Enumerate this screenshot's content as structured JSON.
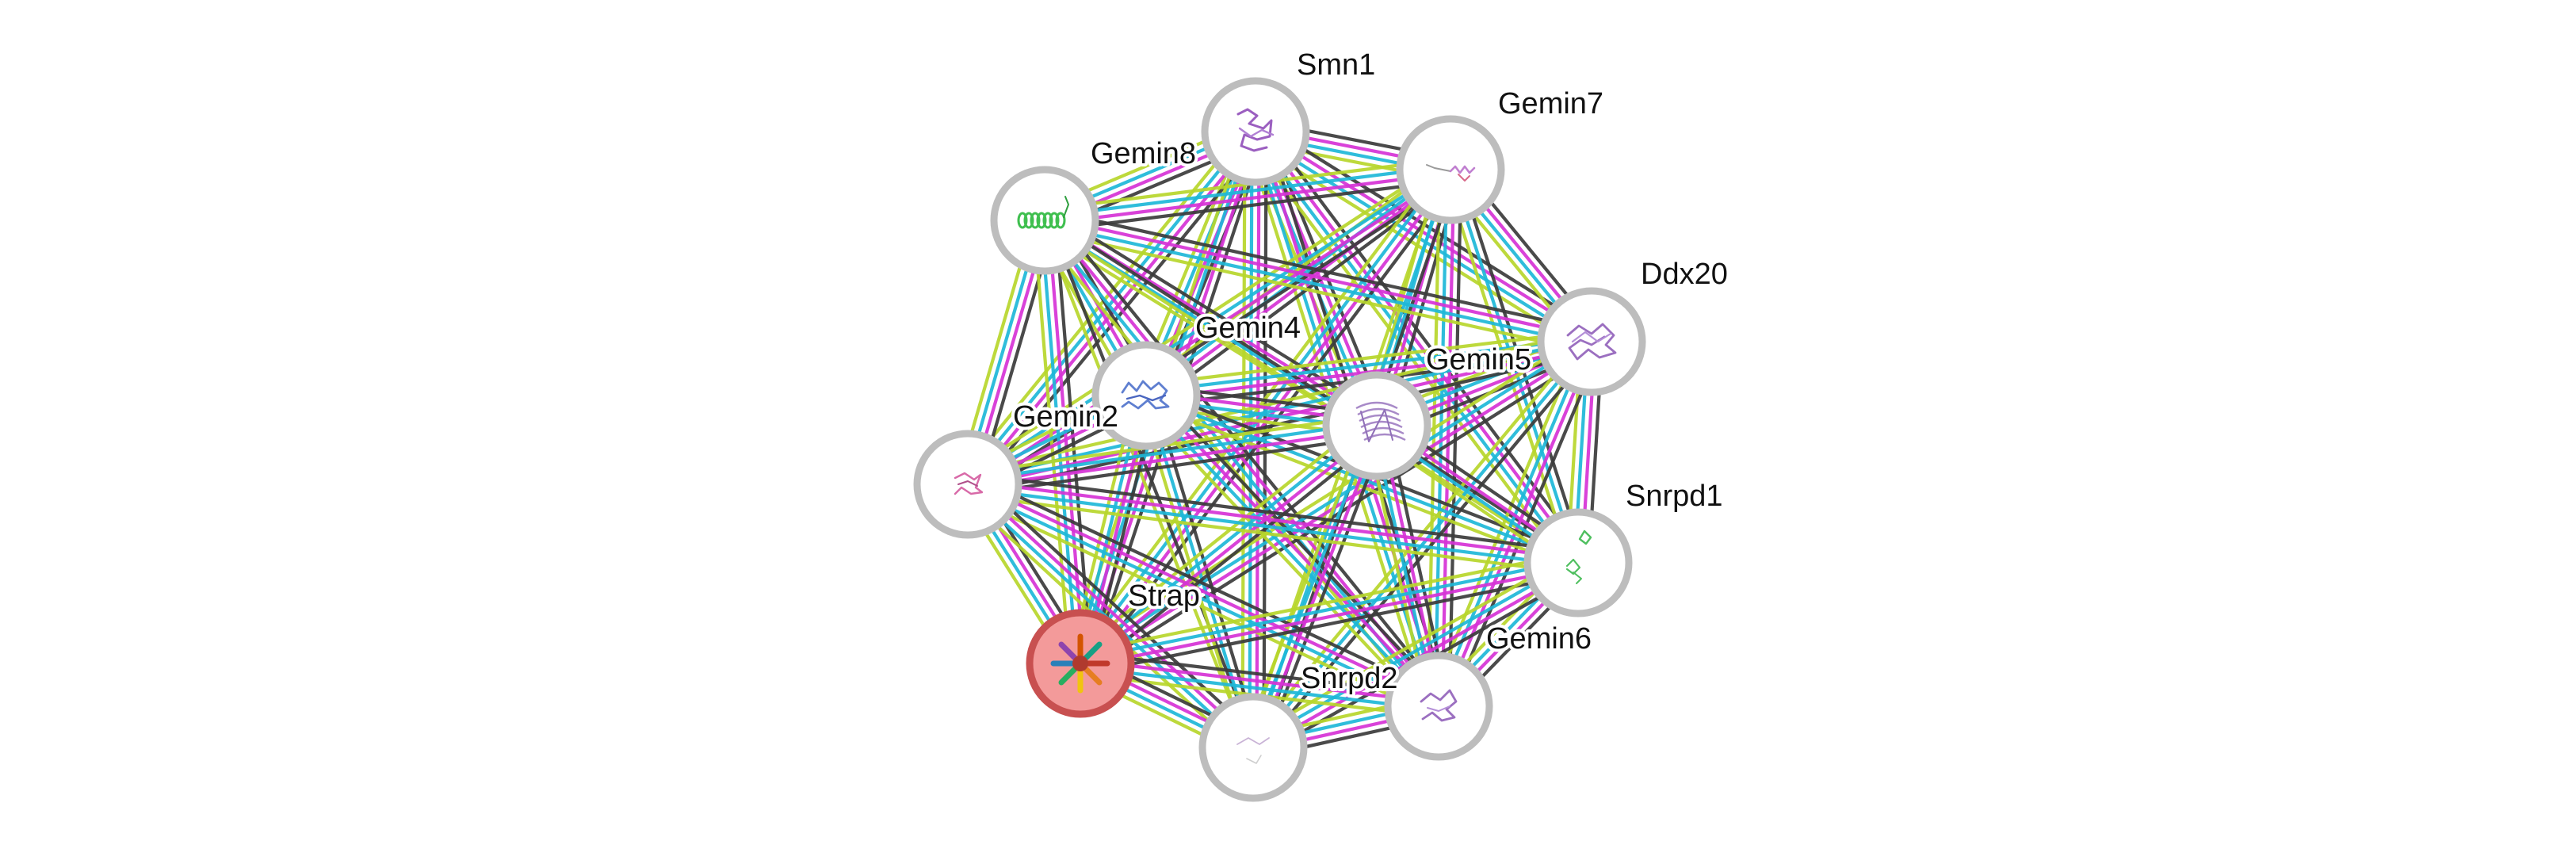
{
  "network": {
    "edge_colors": {
      "black": "#3b3b3b",
      "magenta": "#d633d6",
      "cyan": "#1eb8d8",
      "yellow": "#b8d62c"
    },
    "node_colors": {
      "default_fill": "#ffffff",
      "default_ring": "#bdbdbd",
      "query_fill": "#f39a9a",
      "query_ring": "#c85050"
    },
    "nodes": [
      {
        "id": "smn1",
        "label": "Smn1",
        "icon": "protein-structure-purple-icon",
        "query": false
      },
      {
        "id": "gemin7",
        "label": "Gemin7",
        "icon": "protein-structure-helix-icon",
        "query": false
      },
      {
        "id": "gemin8",
        "label": "Gemin8",
        "icon": "protein-structure-green-helix-icon",
        "query": false
      },
      {
        "id": "ddx20",
        "label": "Ddx20",
        "icon": "protein-structure-purple-icon",
        "query": false
      },
      {
        "id": "gemin4",
        "label": "Gemin4",
        "icon": "protein-structure-blue-icon",
        "query": false
      },
      {
        "id": "gemin5",
        "label": "Gemin5",
        "icon": "protein-structure-purple-icon",
        "query": false
      },
      {
        "id": "gemin2",
        "label": "Gemin2",
        "icon": "protein-structure-pink-icon",
        "query": false
      },
      {
        "id": "snrpd1",
        "label": "Snrpd1",
        "icon": "protein-structure-green-icon",
        "query": false
      },
      {
        "id": "strap",
        "label": "Strap",
        "icon": "protein-structure-rainbow-icon",
        "query": true
      },
      {
        "id": "gemin6",
        "label": "Gemin6",
        "icon": "protein-structure-purple-icon",
        "query": false
      },
      {
        "id": "snrpd2",
        "label": "Snrpd2",
        "icon": "protein-structure-faint-icon",
        "query": false
      }
    ],
    "edges": [
      {
        "source": "smn1",
        "target": "gemin7",
        "types": [
          "black",
          "magenta",
          "cyan",
          "yellow"
        ]
      },
      {
        "source": "smn1",
        "target": "gemin8",
        "types": [
          "black",
          "magenta",
          "cyan",
          "yellow"
        ]
      },
      {
        "source": "smn1",
        "target": "ddx20",
        "types": [
          "black",
          "magenta",
          "cyan",
          "yellow"
        ]
      },
      {
        "source": "smn1",
        "target": "gemin4",
        "types": [
          "black",
          "magenta",
          "cyan",
          "yellow"
        ]
      },
      {
        "source": "smn1",
        "target": "gemin5",
        "types": [
          "black",
          "magenta",
          "cyan",
          "yellow"
        ]
      },
      {
        "source": "smn1",
        "target": "gemin2",
        "types": [
          "black",
          "magenta",
          "cyan",
          "yellow"
        ]
      },
      {
        "source": "smn1",
        "target": "snrpd1",
        "types": [
          "black",
          "magenta",
          "cyan",
          "yellow"
        ]
      },
      {
        "source": "smn1",
        "target": "strap",
        "types": [
          "black",
          "magenta",
          "cyan",
          "yellow"
        ]
      },
      {
        "source": "smn1",
        "target": "gemin6",
        "types": [
          "black",
          "magenta",
          "cyan",
          "yellow"
        ]
      },
      {
        "source": "smn1",
        "target": "snrpd2",
        "types": [
          "black",
          "magenta",
          "cyan",
          "yellow"
        ]
      },
      {
        "source": "gemin7",
        "target": "gemin8",
        "types": [
          "black",
          "magenta",
          "cyan",
          "yellow"
        ]
      },
      {
        "source": "gemin7",
        "target": "ddx20",
        "types": [
          "black",
          "magenta",
          "cyan",
          "yellow"
        ]
      },
      {
        "source": "gemin7",
        "target": "gemin4",
        "types": [
          "black",
          "magenta",
          "cyan",
          "yellow"
        ]
      },
      {
        "source": "gemin7",
        "target": "gemin5",
        "types": [
          "black",
          "magenta",
          "cyan",
          "yellow"
        ]
      },
      {
        "source": "gemin7",
        "target": "gemin2",
        "types": [
          "black",
          "magenta",
          "cyan",
          "yellow"
        ]
      },
      {
        "source": "gemin7",
        "target": "snrpd1",
        "types": [
          "black",
          "cyan",
          "yellow"
        ]
      },
      {
        "source": "gemin7",
        "target": "strap",
        "types": [
          "black",
          "magenta",
          "cyan",
          "yellow"
        ]
      },
      {
        "source": "gemin7",
        "target": "gemin6",
        "types": [
          "black",
          "magenta",
          "cyan",
          "yellow"
        ]
      },
      {
        "source": "gemin7",
        "target": "snrpd2",
        "types": [
          "black",
          "cyan",
          "yellow"
        ]
      },
      {
        "source": "gemin8",
        "target": "ddx20",
        "types": [
          "black",
          "magenta",
          "cyan",
          "yellow"
        ]
      },
      {
        "source": "gemin8",
        "target": "gemin4",
        "types": [
          "black",
          "magenta",
          "cyan",
          "yellow"
        ]
      },
      {
        "source": "gemin8",
        "target": "gemin5",
        "types": [
          "black",
          "magenta",
          "cyan",
          "yellow"
        ]
      },
      {
        "source": "gemin8",
        "target": "gemin2",
        "types": [
          "black",
          "magenta",
          "cyan",
          "yellow"
        ]
      },
      {
        "source": "gemin8",
        "target": "snrpd1",
        "types": [
          "black",
          "yellow"
        ]
      },
      {
        "source": "gemin8",
        "target": "strap",
        "types": [
          "black",
          "magenta",
          "cyan",
          "yellow"
        ]
      },
      {
        "source": "gemin8",
        "target": "gemin6",
        "types": [
          "black",
          "magenta",
          "cyan",
          "yellow"
        ]
      },
      {
        "source": "gemin8",
        "target": "snrpd2",
        "types": [
          "black",
          "yellow"
        ]
      },
      {
        "source": "ddx20",
        "target": "gemin4",
        "types": [
          "black",
          "magenta",
          "cyan",
          "yellow"
        ]
      },
      {
        "source": "ddx20",
        "target": "gemin5",
        "types": [
          "black",
          "magenta",
          "cyan",
          "yellow"
        ]
      },
      {
        "source": "ddx20",
        "target": "gemin2",
        "types": [
          "black",
          "magenta",
          "cyan",
          "yellow"
        ]
      },
      {
        "source": "ddx20",
        "target": "snrpd1",
        "types": [
          "black",
          "magenta",
          "cyan",
          "yellow"
        ]
      },
      {
        "source": "ddx20",
        "target": "strap",
        "types": [
          "black",
          "magenta",
          "cyan",
          "yellow"
        ]
      },
      {
        "source": "ddx20",
        "target": "gemin6",
        "types": [
          "black",
          "magenta",
          "cyan",
          "yellow"
        ]
      },
      {
        "source": "ddx20",
        "target": "snrpd2",
        "types": [
          "black",
          "cyan",
          "yellow"
        ]
      },
      {
        "source": "gemin4",
        "target": "gemin5",
        "types": [
          "black",
          "magenta",
          "cyan",
          "yellow"
        ]
      },
      {
        "source": "gemin4",
        "target": "gemin2",
        "types": [
          "black",
          "magenta",
          "cyan",
          "yellow"
        ]
      },
      {
        "source": "gemin4",
        "target": "snrpd1",
        "types": [
          "black",
          "cyan",
          "yellow"
        ]
      },
      {
        "source": "gemin4",
        "target": "strap",
        "types": [
          "black",
          "magenta",
          "cyan",
          "yellow"
        ]
      },
      {
        "source": "gemin4",
        "target": "gemin6",
        "types": [
          "black",
          "magenta",
          "cyan",
          "yellow"
        ]
      },
      {
        "source": "gemin4",
        "target": "snrpd2",
        "types": [
          "black",
          "cyan",
          "yellow"
        ]
      },
      {
        "source": "gemin5",
        "target": "gemin2",
        "types": [
          "black",
          "magenta",
          "cyan",
          "yellow"
        ]
      },
      {
        "source": "gemin5",
        "target": "snrpd1",
        "types": [
          "black",
          "magenta",
          "cyan",
          "yellow"
        ]
      },
      {
        "source": "gemin5",
        "target": "strap",
        "types": [
          "black",
          "magenta",
          "cyan",
          "yellow"
        ]
      },
      {
        "source": "gemin5",
        "target": "gemin6",
        "types": [
          "black",
          "magenta",
          "cyan",
          "yellow"
        ]
      },
      {
        "source": "gemin5",
        "target": "snrpd2",
        "types": [
          "black",
          "magenta",
          "cyan",
          "yellow"
        ]
      },
      {
        "source": "gemin2",
        "target": "snrpd1",
        "types": [
          "black",
          "magenta",
          "cyan",
          "yellow"
        ]
      },
      {
        "source": "gemin2",
        "target": "strap",
        "types": [
          "black",
          "magenta",
          "cyan",
          "yellow"
        ]
      },
      {
        "source": "gemin2",
        "target": "gemin6",
        "types": [
          "black",
          "magenta",
          "cyan",
          "yellow"
        ]
      },
      {
        "source": "gemin2",
        "target": "snrpd2",
        "types": [
          "black",
          "magenta",
          "cyan",
          "yellow"
        ]
      },
      {
        "source": "snrpd1",
        "target": "strap",
        "types": [
          "black",
          "magenta",
          "cyan",
          "yellow"
        ]
      },
      {
        "source": "snrpd1",
        "target": "gemin6",
        "types": [
          "black",
          "magenta",
          "cyan",
          "yellow"
        ]
      },
      {
        "source": "snrpd1",
        "target": "snrpd2",
        "types": [
          "black",
          "magenta",
          "cyan",
          "yellow"
        ]
      },
      {
        "source": "strap",
        "target": "gemin6",
        "types": [
          "black",
          "magenta",
          "cyan",
          "yellow"
        ]
      },
      {
        "source": "strap",
        "target": "snrpd2",
        "types": [
          "black",
          "magenta",
          "cyan",
          "yellow"
        ]
      },
      {
        "source": "gemin6",
        "target": "snrpd2",
        "types": [
          "black",
          "magenta",
          "cyan",
          "yellow"
        ]
      }
    ]
  }
}
